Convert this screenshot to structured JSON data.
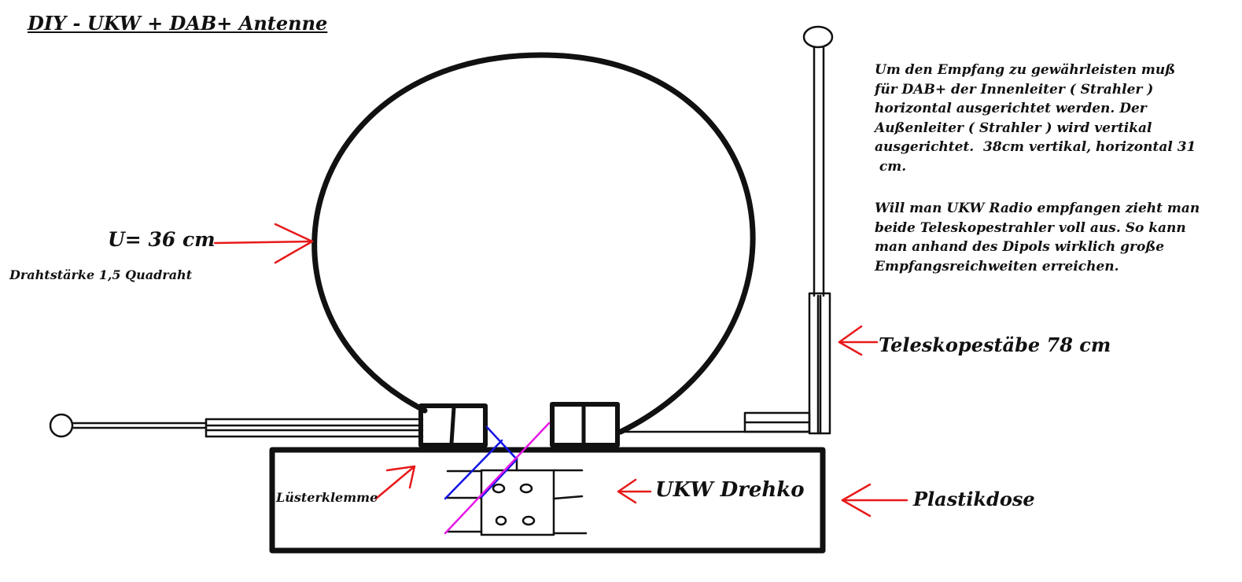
{
  "title": "DIY - UKW + DAB+ Antenne",
  "labels": {
    "loop_circumference": "U= 36 cm",
    "wire_gauge": "Drahtstärke 1,5 Quadraht",
    "telescopic_rods": "Teleskopestäbe 78 cm",
    "terminal_block": "Lüsterklemme",
    "variable_capacitor": "UKW Drehko",
    "plastic_box": "Plastikdose"
  },
  "description": {
    "paragraph_1": "Um den Empfang zu gewährleisten muß\nfür DAB+ der Innenleiter ( Strahler )\nhorizontal ausgerichtet werden. Der\nAußenleiter ( Strahler ) wird vertikal\nausgerichtet.  38cm vertikal, horizontal 31\n cm.",
    "paragraph_2": "Will man UKW Radio empfangen zieht man\nbeide Teleskopestrahler voll aus. So kann\nman anhand des Dipols wirklich große\nEmpfangsreichweiten erreichen."
  },
  "colors": {
    "ink": "#111111",
    "arrow": "#e8191a",
    "wire_blue": "#1414e6",
    "wire_magenta": "#e619e6"
  }
}
